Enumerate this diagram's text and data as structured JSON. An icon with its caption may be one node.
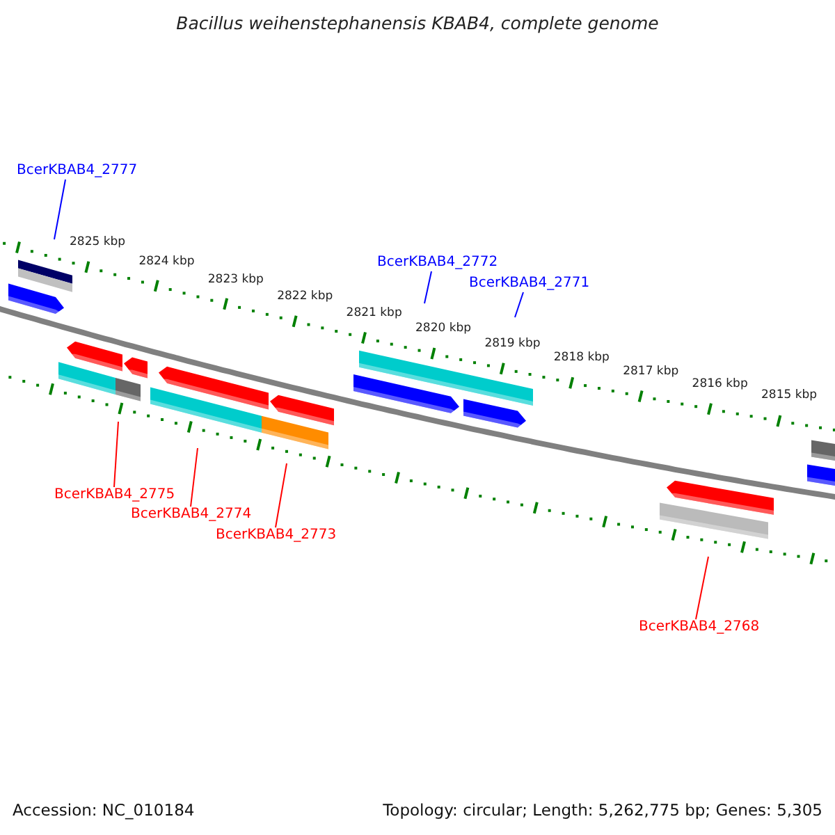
{
  "diagram": {
    "title": "Bacillus weihenstephanensis KBAB4, complete genome",
    "nodes": [
      {
        "text": [
          "BcerKBAB4_2777"
        ]
      },
      {
        "text": [
          "BcerKBAB4_2772"
        ]
      },
      {
        "text": [
          "BcerKBAB4_2771"
        ]
      },
      {
        "text": [
          "BcerKBAB4_2775"
        ]
      },
      {
        "text": [
          "BcerKBAB4_2774"
        ]
      },
      {
        "text": [
          "BcerKBAB4_2773"
        ]
      },
      {
        "text": [
          "BcerKBAB4_2768"
        ]
      }
    ],
    "edges": [
      {
        "from": 0,
        "to": null,
        "arrow": "none",
        "color": "#0000ff"
      },
      {
        "from": 1,
        "to": null,
        "arrow": "none",
        "color": "#0000ff"
      },
      {
        "from": 2,
        "to": null,
        "arrow": "none",
        "color": "#0000ff"
      },
      {
        "from": 3,
        "to": null,
        "arrow": "none"
      },
      {
        "from": 4,
        "to": null,
        "arrow": "none"
      },
      {
        "from": 5,
        "to": null,
        "arrow": "none"
      },
      {
        "from": 6,
        "to": null,
        "arrow": "none"
      }
    ],
    "labels": [
      "2825 kbp",
      "2824 kbp",
      "2823 kbp",
      "2822 kbp",
      "2821 kbp",
      "2820 kbp",
      "2819 kbp",
      "2818 kbp",
      "2817 kbp",
      "2816 kbp",
      "2815 kbp",
      "Accession: NC_010184",
      "Topology: circular; Length: 5,262,775 bp; Genes: 5,305"
    ]
  }
}
